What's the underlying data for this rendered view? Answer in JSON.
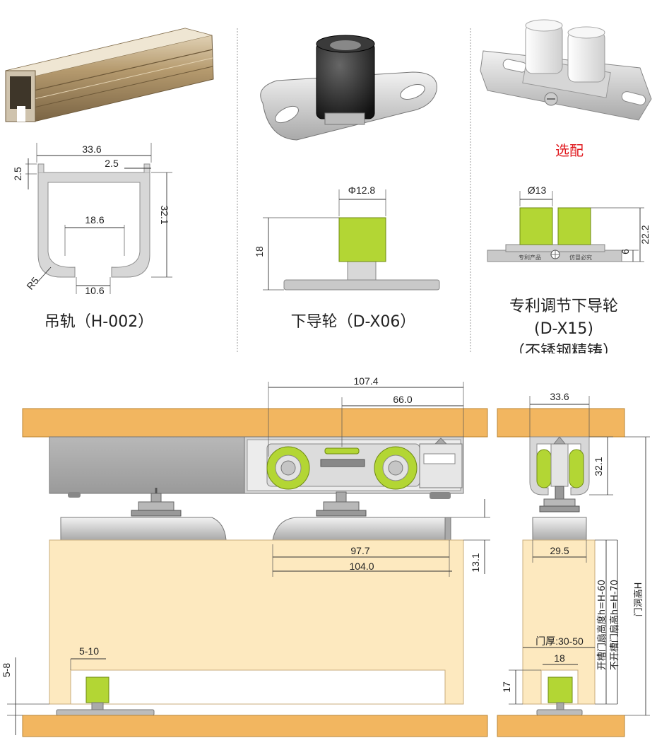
{
  "top_panels": {
    "rail": {
      "caption": "吊轨（H-002）",
      "dims": {
        "width": "33.6",
        "lip": "2.5",
        "lip_v": "2.5",
        "height": "32.1",
        "inner": "18.6",
        "opening": "10.6",
        "radius": "R5"
      }
    },
    "guide": {
      "caption": "下导轮（D-X06）",
      "dims": {
        "diameter": "Φ12.8",
        "height": "18"
      }
    },
    "patent_guide": {
      "optional": "选配",
      "caption_line1": "专利调节下导轮",
      "caption_line2": "(D-X15)",
      "caption_line3": "（不锈钢精铸）",
      "dims": {
        "diameter": "Ø13",
        "height": "22.2",
        "base": "6"
      },
      "plate_text_left": "专利产品",
      "plate_text_right": "仿冒必究"
    }
  },
  "front_view": {
    "dims": {
      "overall": "107.4",
      "offset": "66.0",
      "inner": "97.7",
      "outer": "104.0",
      "gap": "13.1",
      "floor_gap": "5-8",
      "guide_inset": "5-10"
    }
  },
  "side_view": {
    "dims": {
      "rail_width": "33.6",
      "rail_height": "32.1",
      "plate_width": "29.5",
      "door_thickness": "门厚:30-50",
      "groove_width": "18",
      "groove_depth": "17"
    },
    "labels": {
      "slot_height": "开槽门扇高度h=H-60",
      "no_slot_height": "不开槽门扇高h=H-70",
      "opening_height": "门洞高H"
    }
  }
}
